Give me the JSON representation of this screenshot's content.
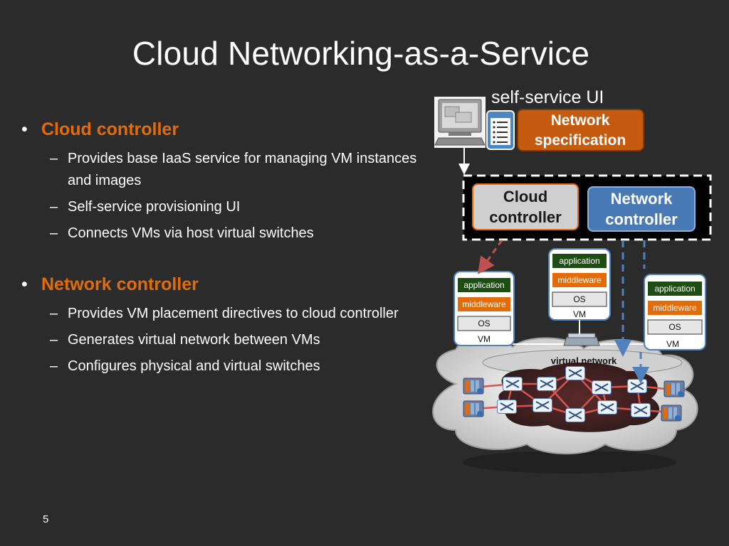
{
  "slide": {
    "title": "Cloud Networking-as-a-Service",
    "page_number": "5"
  },
  "bullets": [
    {
      "heading": "Cloud controller",
      "items": [
        "Provides base IaaS service for managing VM instances and images",
        "Self-service provisioning UI",
        "Connects VMs via host virtual switches"
      ]
    },
    {
      "heading": "Network controller",
      "items": [
        "Provides VM placement directives to cloud controller",
        "Generates virtual network  between VMs",
        "Configures physical and virtual switches"
      ]
    }
  ],
  "diagram": {
    "self_service_label": "self-service UI",
    "network_spec_line1": "Network",
    "network_spec_line2": "specification",
    "cloud_controller_line1": "Cloud",
    "cloud_controller_line2": "controller",
    "network_controller_line1": "Network",
    "network_controller_line2": "controller",
    "vm_stack": {
      "application": "application",
      "middleware": "middleware",
      "os": "OS",
      "vm": "VM"
    },
    "virtual_network_label": "virtual network",
    "colors": {
      "orange": "#e36c0a",
      "spec_box": "#c55a11",
      "network_controller": "#4a7ab5",
      "cloud_controller": "#c8c8c8",
      "application_layer": "#1e4d14",
      "middleware_layer": "#e36c0a",
      "dashed_arrow_red": "#c0504d",
      "dashed_arrow_blue": "#4f81bd"
    }
  }
}
